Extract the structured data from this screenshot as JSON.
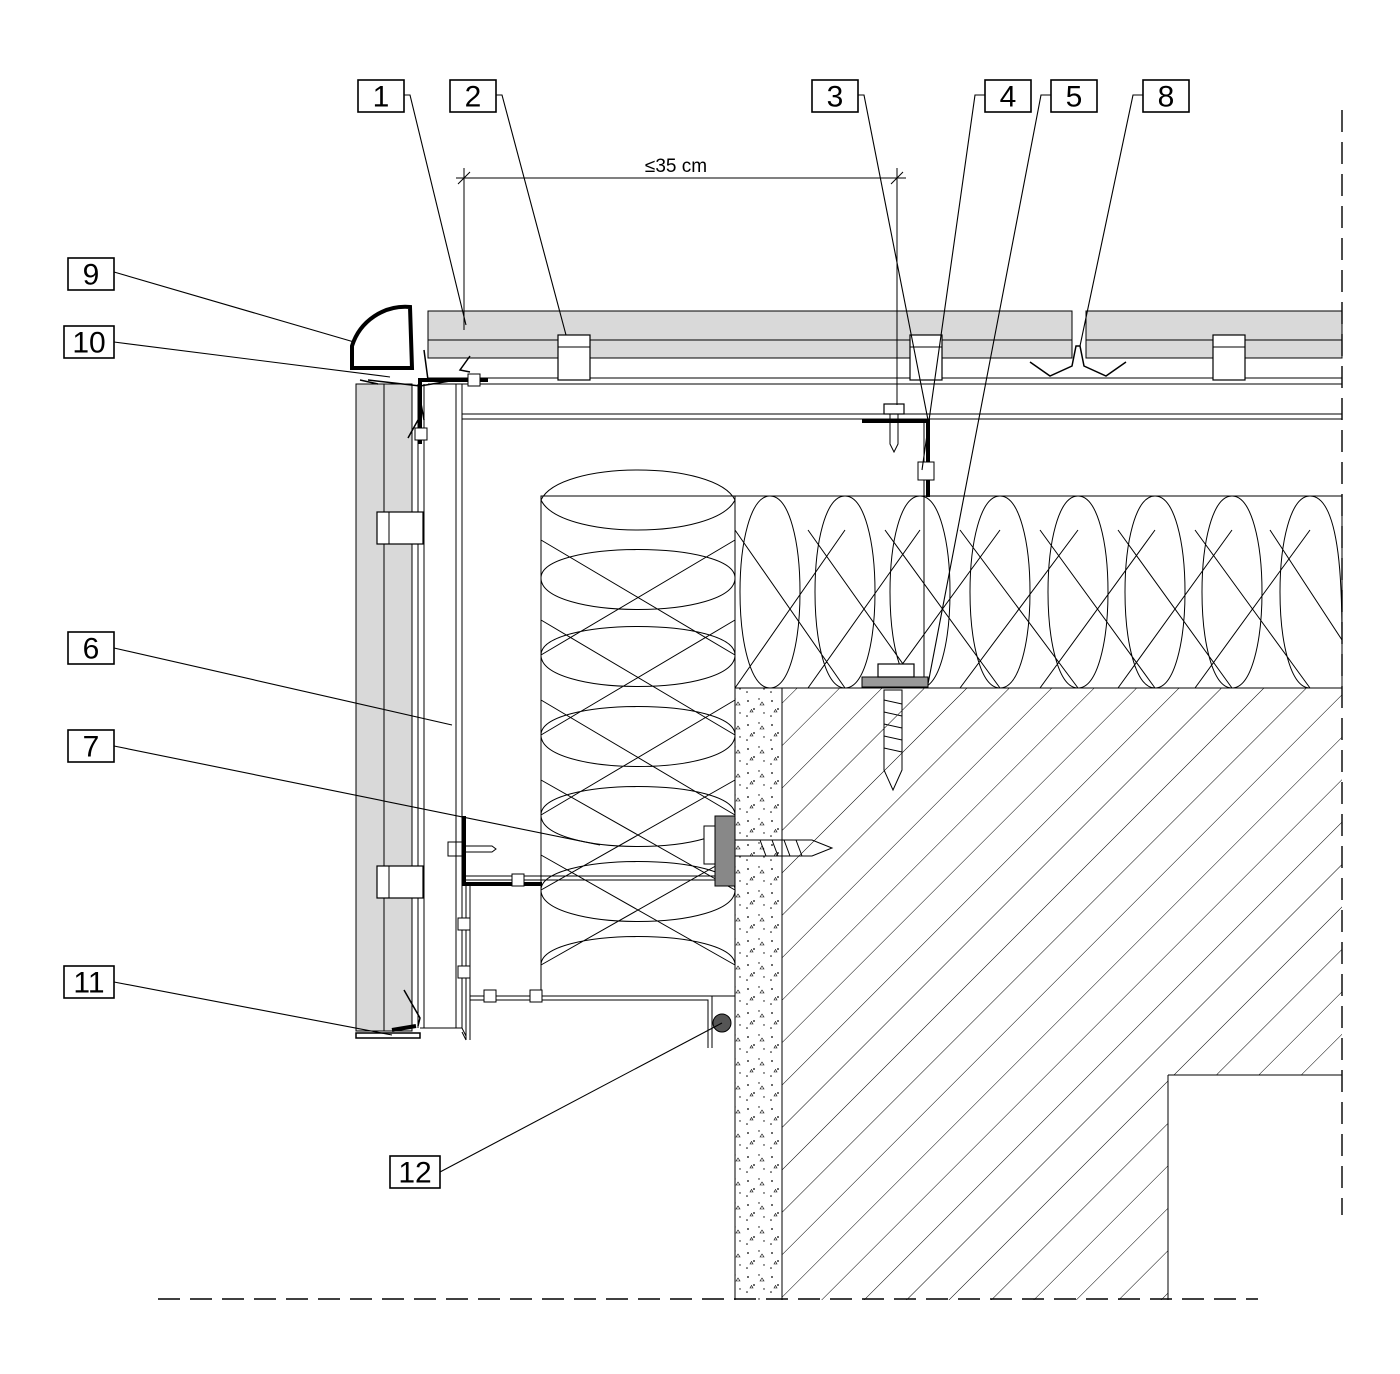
{
  "dimension": {
    "label": "≤35 cm"
  },
  "callouts": [
    {
      "id": "1",
      "label": "1"
    },
    {
      "id": "2",
      "label": "2"
    },
    {
      "id": "3",
      "label": "3"
    },
    {
      "id": "4",
      "label": "4"
    },
    {
      "id": "5",
      "label": "5"
    },
    {
      "id": "8",
      "label": "8"
    },
    {
      "id": "9",
      "label": "9"
    },
    {
      "id": "10",
      "label": "10"
    },
    {
      "id": "6",
      "label": "6"
    },
    {
      "id": "7",
      "label": "7"
    },
    {
      "id": "11",
      "label": "11"
    },
    {
      "id": "12",
      "label": "12"
    }
  ],
  "colors": {
    "panel_fill": "#d9d9d9",
    "line": "#000000",
    "background": "#ffffff"
  }
}
